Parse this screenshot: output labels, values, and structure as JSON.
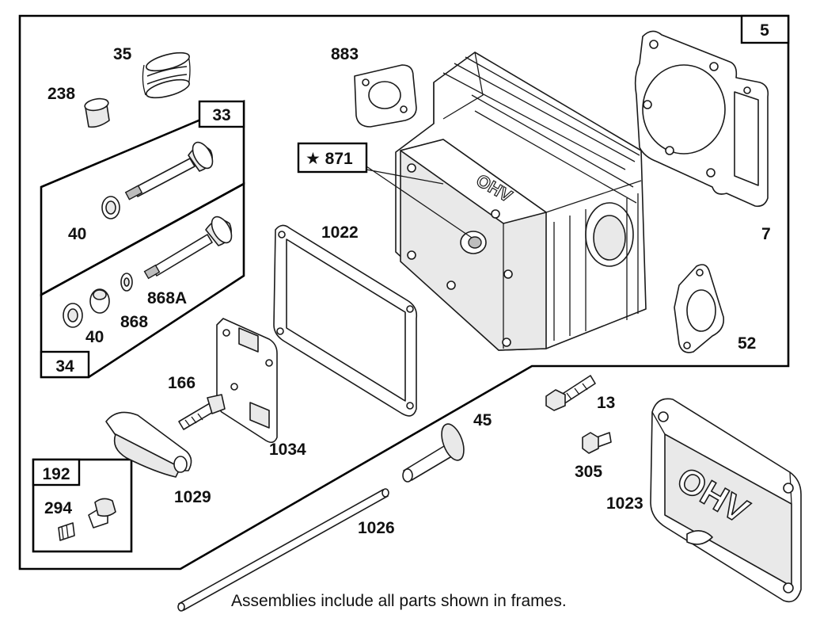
{
  "frames": {
    "f5": "5",
    "f33": "33",
    "f34": "34",
    "f192": "192"
  },
  "labels": {
    "p35": "35",
    "p238": "238",
    "p40a": "40",
    "p40b": "40",
    "p868a": "868A",
    "p868": "868",
    "p883": "883",
    "p871": "★ 871",
    "p1022": "1022",
    "p7": "7",
    "p52": "52",
    "p166": "166",
    "p1034": "1034",
    "p1029": "1029",
    "p294": "294",
    "p45": "45",
    "p13": "13",
    "p305": "305",
    "p1023": "1023",
    "p1026": "1026"
  },
  "cylinder_head_text": "OHV",
  "cover_text": "OHV",
  "footnote": "Assemblies include all parts shown in frames."
}
